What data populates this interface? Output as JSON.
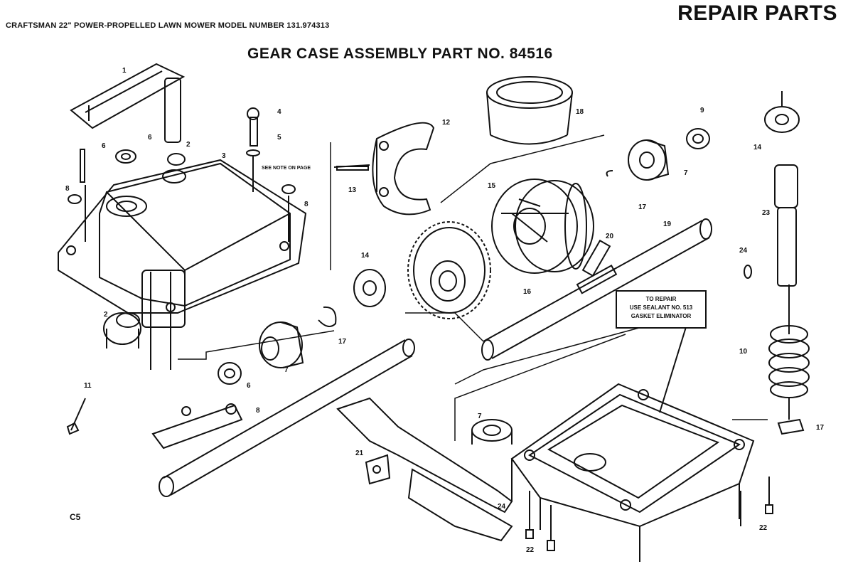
{
  "header": {
    "product_line": "CRAFTSMAN 22\" POWER-PROPELLED LAWN MOWER MODEL NUMBER 131.974313",
    "section_title": "REPAIR PARTS"
  },
  "diagram": {
    "title": "GEAR CASE ASSEMBLY PART NO. 84516",
    "code": "C5",
    "note_box": {
      "line1": "TO REPAIR",
      "line2": "USE SEALANT NO. 513",
      "line3": "GASKET ELIMINATOR"
    },
    "small_note": "SEE NOTE ON PAGE",
    "callouts": {
      "c1": "1",
      "c2a": "2",
      "c2b": "2",
      "c3": "3",
      "c4": "4",
      "c5": "5",
      "c6a": "6",
      "c6b": "6",
      "c6c": "6",
      "c7a": "7",
      "c7b": "7",
      "c7c": "7",
      "c8a": "8",
      "c8b": "8",
      "c8c": "8",
      "c9": "9",
      "c10": "10",
      "c11": "11",
      "c12": "12",
      "c13": "13",
      "c14a": "14",
      "c14b": "14",
      "c15": "15",
      "c16": "16",
      "c17a": "17",
      "c17b": "17",
      "c17c": "17",
      "c18": "18",
      "c19": "19",
      "c20": "20",
      "c21": "21",
      "c22a": "22",
      "c22b": "22",
      "c23": "23",
      "c24a": "24",
      "c24b": "24"
    }
  }
}
